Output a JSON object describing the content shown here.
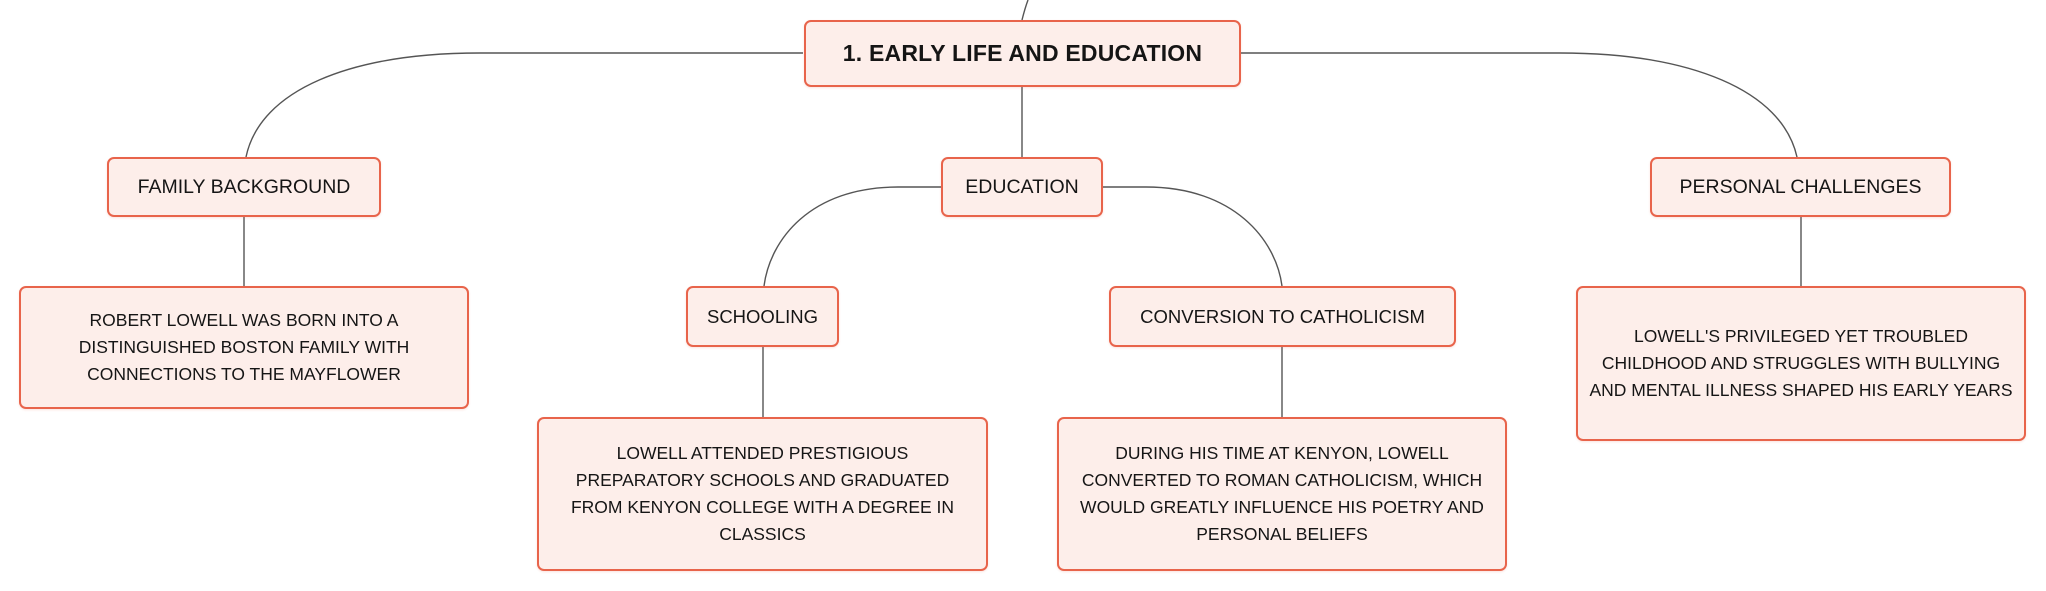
{
  "diagram": {
    "type": "mind-map",
    "colors": {
      "node_fill": "#fdeeea",
      "node_border": "#e8644b",
      "connector": "#555555",
      "text": "#151515"
    },
    "root": {
      "label": "1. EARLY LIFE AND EDUCATION"
    },
    "branches": {
      "family": {
        "label": "FAMILY BACKGROUND",
        "detail": "ROBERT LOWELL WAS BORN INTO A DISTINGUISHED BOSTON FAMILY WITH CONNECTIONS TO THE MAYFLOWER"
      },
      "education": {
        "label": "EDUCATION",
        "schooling": {
          "label": "SCHOOLING",
          "detail": "LOWELL ATTENDED PRESTIGIOUS PREPARATORY SCHOOLS AND GRADUATED FROM KENYON COLLEGE WITH A DEGREE IN CLASSICS"
        },
        "conversion": {
          "label": "CONVERSION TO CATHOLICISM",
          "detail": "DURING HIS TIME AT KENYON, LOWELL CONVERTED TO ROMAN CATHOLICISM, WHICH WOULD GREATLY INFLUENCE HIS POETRY AND PERSONAL BELIEFS"
        }
      },
      "challenges": {
        "label": "PERSONAL CHALLENGES",
        "detail": "LOWELL'S PRIVILEGED YET TROUBLED CHILDHOOD AND STRUGGLES WITH BULLYING AND MENTAL ILLNESS SHAPED HIS EARLY YEARS"
      }
    }
  }
}
